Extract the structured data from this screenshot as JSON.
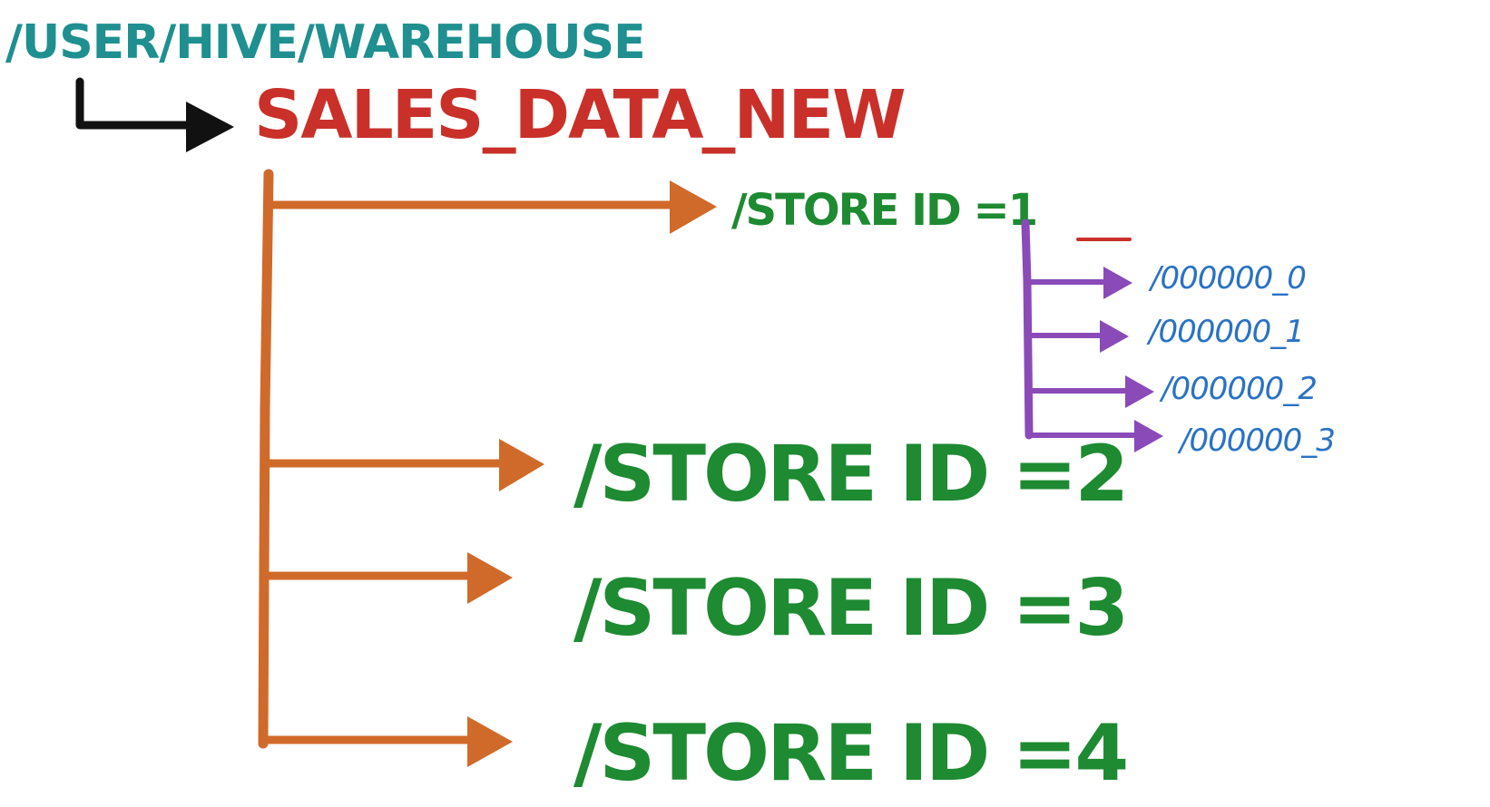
{
  "colors": {
    "root": "#1f8f8f",
    "table": "#c9302a",
    "store": "#1e8a32",
    "store_arrow": "#d06a2a",
    "file": "#2a72c4",
    "file_arrow": "#8a4bb8",
    "root_arrow": "#111111"
  },
  "root_path": "/USER/HIVE/WAREHOUSE",
  "table_name": "SALES_DATA_NEW",
  "partitions": [
    {
      "label": "/STORE ID =1"
    },
    {
      "label": "/STORE ID =2"
    },
    {
      "label": "/STORE ID =3"
    },
    {
      "label": "/STORE ID =4"
    }
  ],
  "files": [
    {
      "label": "/000000_0"
    },
    {
      "label": "/000000_1"
    },
    {
      "label": "/000000_2"
    },
    {
      "label": "/000000_3"
    }
  ]
}
